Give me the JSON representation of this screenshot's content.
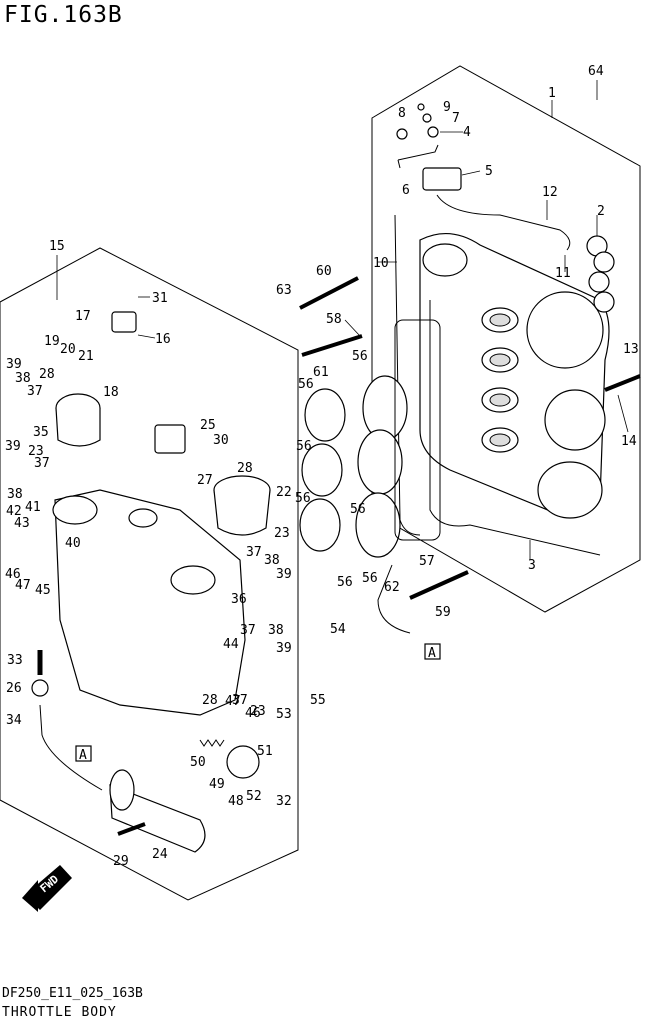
{
  "figure": {
    "title": "FIG.163B"
  },
  "footer": {
    "code": "DF250_E11_025_163B",
    "caption": "THROTTLE BODY"
  },
  "direction_badge": {
    "text": "FWD"
  },
  "connector_marks": [
    "A",
    "A"
  ],
  "callouts": [
    "1",
    "2",
    "3",
    "4",
    "5",
    "6",
    "7",
    "8",
    "9",
    "10",
    "11",
    "12",
    "13",
    "14",
    "15",
    "16",
    "17",
    "18",
    "19",
    "20",
    "21",
    "22",
    "23",
    "23",
    "23",
    "24",
    "25",
    "26",
    "27",
    "28",
    "28",
    "28",
    "29",
    "30",
    "31",
    "32",
    "33",
    "34",
    "35",
    "36",
    "37",
    "37",
    "37",
    "37",
    "37",
    "38",
    "38",
    "38",
    "38",
    "39",
    "39",
    "39",
    "39",
    "40",
    "41",
    "42",
    "43",
    "44",
    "45",
    "46",
    "46",
    "47",
    "47",
    "48",
    "49",
    "50",
    "51",
    "52",
    "53",
    "54",
    "55",
    "56",
    "56",
    "56",
    "56",
    "56",
    "56",
    "56",
    "57",
    "58",
    "59",
    "60",
    "61",
    "62",
    "63",
    "64"
  ]
}
